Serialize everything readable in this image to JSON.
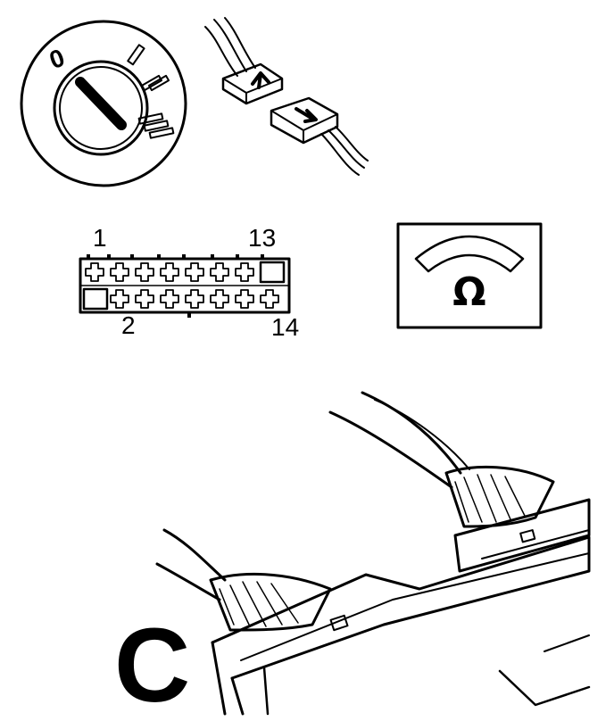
{
  "ignition": {
    "position_label": "0",
    "positions": [
      "I",
      "II",
      "III"
    ]
  },
  "connector": {
    "pin_top_left": "1",
    "pin_top_right": "13",
    "pin_bottom_left": "2",
    "pin_bottom_right": "14"
  },
  "meter": {
    "unit_symbol": "Ω"
  },
  "view": {
    "label": "C"
  }
}
